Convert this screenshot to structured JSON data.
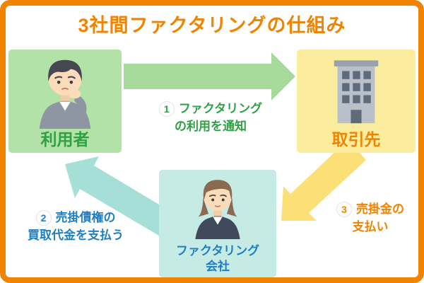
{
  "title": "3社間ファクタリングの仕組み",
  "colors": {
    "border": "#f08300",
    "title": "#f08300",
    "user_box_bg": "#b2e2a8",
    "user_label": "#2fa144",
    "client_box_bg": "#fcec9e",
    "client_label": "#f08300",
    "factoring_box_bg": "#c5ebe4",
    "factoring_label": "#1d7fc4",
    "arrow_green": "#a5da9b",
    "arrow_yellow": "#fbe078",
    "arrow_cyan": "#a6dfd8"
  },
  "nodes": {
    "user": {
      "label": "利用者",
      "icon": "businessman-icon"
    },
    "client": {
      "label": "取引先",
      "icon": "office-building-icon"
    },
    "factoring": {
      "label_line1": "ファクタリング",
      "label_line2": "会社",
      "icon": "businesswoman-icon"
    }
  },
  "steps": {
    "step1": {
      "number": "1",
      "text_line1": "ファクタリング",
      "text_line2": "の利用を通知"
    },
    "step2": {
      "number": "2",
      "text_line1": "売掛債権の",
      "text_line2": "買取代金を支払う"
    },
    "step3": {
      "number": "3",
      "text_line1": "売掛金の",
      "text_line2": "支払い"
    }
  }
}
